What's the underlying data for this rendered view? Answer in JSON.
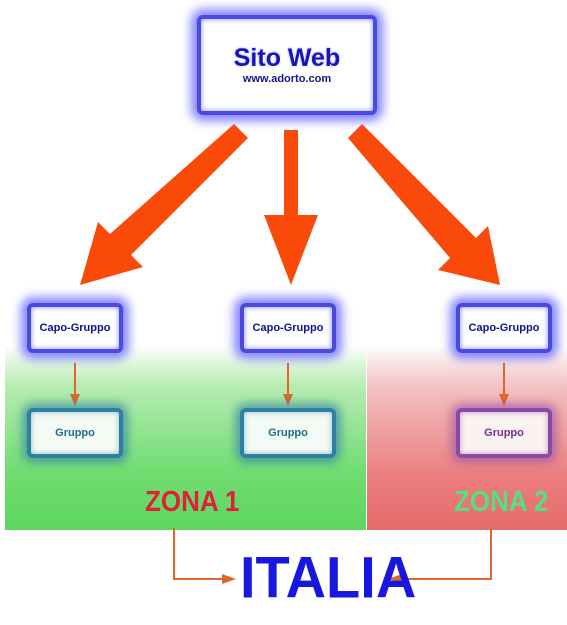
{
  "site": {
    "title": "Sito Web",
    "url": "www.adorto.com"
  },
  "groups": [
    {
      "leader_label": "Capo-Gruppo",
      "group_label": "Gruppo"
    },
    {
      "leader_label": "Capo-Gruppo",
      "group_label": "Gruppo"
    },
    {
      "leader_label": "Capo-Gruppo",
      "group_label": "Gruppo"
    }
  ],
  "zones": [
    {
      "label": "ZONA 1",
      "color": "#e0203a",
      "background": "#6fdc6f"
    },
    {
      "label": "ZONA 2",
      "color": "#54e07f",
      "background": "#ec7f80"
    }
  ],
  "country": {
    "label": "ITALIA",
    "color": "#1717e0"
  },
  "colors": {
    "big_arrow": "#fa4a0a",
    "small_arrow": "#e0662a",
    "box_border": "#4a4adf"
  }
}
